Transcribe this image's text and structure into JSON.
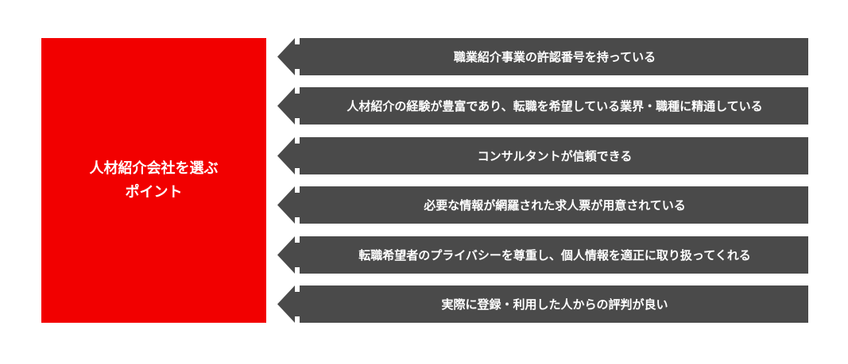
{
  "title_lines": [
    "人材紹介会社を選ぶ",
    "ポイント"
  ],
  "points": [
    "職業紹介事業の許認番号を持っている",
    "人材紹介の経験が豊富であり、転職を希望している業界・職種に精通している",
    "コンサルタントが信頼できる",
    "必要な情報が網羅された求人票が用意されている",
    "転職希望者のプライバシーを尊重し、個人情報を適正に取り扱ってくれる",
    "実際に登録・利用した人からの評判が良い"
  ],
  "colors": {
    "accent": "#f20000",
    "arrow": "#4a4a4a"
  }
}
